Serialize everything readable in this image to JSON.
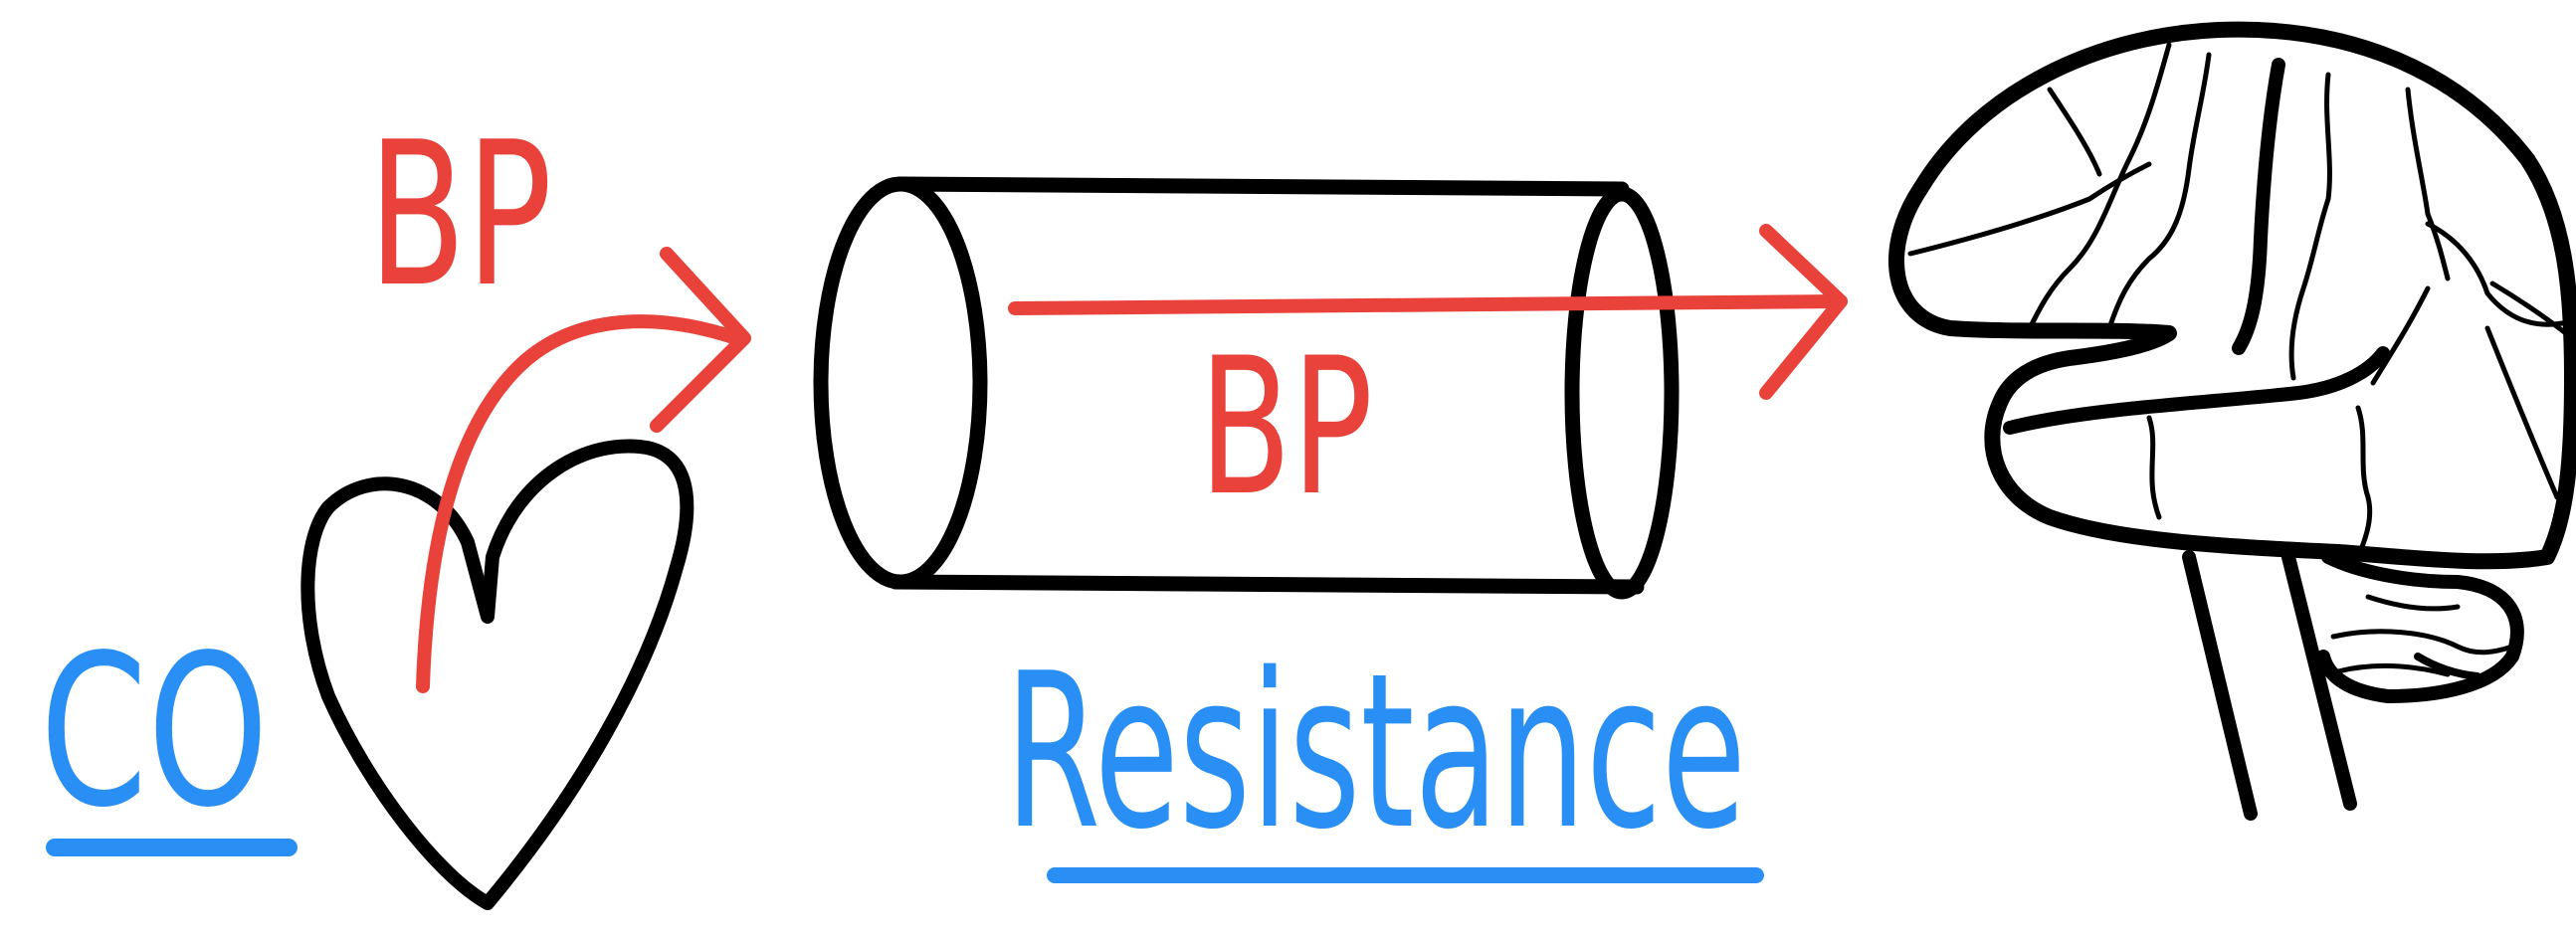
{
  "labels": {
    "co": "CO",
    "bp_top": "BP",
    "bp_vessel": "BP",
    "resistance": "Resistance"
  },
  "icons": [
    "heart-icon",
    "blood-vessel-icon",
    "brain-icon",
    "arrow-icon"
  ],
  "colors": {
    "red": "#e8423a",
    "blue": "#2a8ff5",
    "ink": "#000000"
  }
}
